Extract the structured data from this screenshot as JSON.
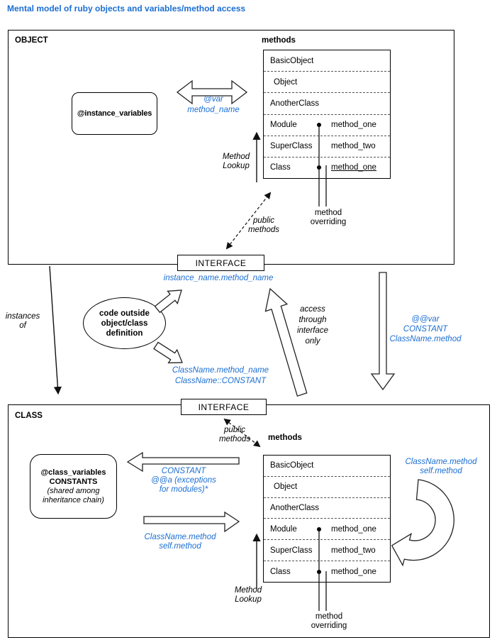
{
  "title": "Mental model of ruby objects and variables/method access",
  "colors": {
    "accent": "#1b6ed2",
    "line": "#111111"
  },
  "object_section": {
    "label": "OBJECT",
    "instance_variables_label": "@instance_variables",
    "var_access": "@var\nmethod_name",
    "method_lookup": "Method\nLookup",
    "methods_title": "methods",
    "method_overriding": "method\noverriding",
    "public_methods": "public\nmethods",
    "interface": "INTERFACE",
    "interface_caption": "instance_name.method_name",
    "table": {
      "rows": [
        {
          "name": "BasicObject",
          "method": ""
        },
        {
          "name": "Object",
          "method": ""
        },
        {
          "name": "AnotherClass",
          "method": ""
        },
        {
          "name": "Module",
          "method": "method_one"
        },
        {
          "name": "SuperClass",
          "method": "method_two"
        },
        {
          "name": "Class",
          "method": "method_one"
        }
      ]
    }
  },
  "middle_section": {
    "instances_of": "instances\nof",
    "code_outside": "code outside\nobject/class\ndefinition",
    "class_access": "ClassName.method_name\nClassName::CONSTANT",
    "access_through_interface": "access\nthrough\ninterface\nonly",
    "class_var_access": "@@var\nCONSTANT\nClassName.method"
  },
  "class_section": {
    "label": "CLASS",
    "interface": "INTERFACE",
    "public_methods": "public\nmethods",
    "class_variables": "@class_variables\nCONSTANTS",
    "class_variables_note": "(shared among\ninheritance chain)",
    "constant_access": "CONSTANT\n@@a (exceptions\nfor modules)*",
    "classname_method_access": "ClassName.method\nself.method",
    "self_method_access": "ClassName.method\nself.method",
    "methods_title": "methods",
    "method_lookup": "Method\nLookup",
    "method_overriding": "method\noverriding",
    "table": {
      "rows": [
        {
          "name": "BasicObject",
          "method": ""
        },
        {
          "name": "Object",
          "method": ""
        },
        {
          "name": "AnotherClass",
          "method": ""
        },
        {
          "name": "Module",
          "method": "method_one"
        },
        {
          "name": "SuperClass",
          "method": "method_two"
        },
        {
          "name": "Class",
          "method": "method_one"
        }
      ]
    }
  }
}
